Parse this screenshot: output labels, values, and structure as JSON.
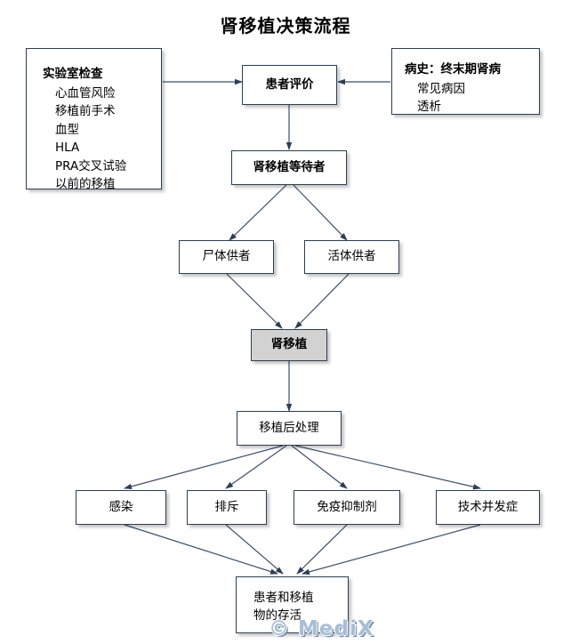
{
  "title": "肾移植决策流程",
  "watermark": "© MediX",
  "colors": {
    "node_border": "#2c3e55",
    "node_fill": "#ffffff",
    "highlight_fill": "#d2d2d2",
    "edge": "#3c4f6b",
    "text": "#000000",
    "watermark": "#a8bed6"
  },
  "panels": {
    "lab": {
      "heading": "实验室检查",
      "items": [
        "心血管风险",
        "移植前手术",
        "血型",
        "HLA",
        "PRA交叉试验",
        "以前的移植"
      ]
    },
    "history": {
      "heading": "病史：终末期肾病",
      "items": [
        "常见病因",
        "透析"
      ]
    }
  },
  "nodes": {
    "patient_eval": "患者评价",
    "waitlist": "肾移植等待者",
    "deceased_donor": "尸体供者",
    "living_donor": "活体供者",
    "transplant": "肾移植",
    "post_care": "移植后处理",
    "infection": "感染",
    "rejection": "排斥",
    "immunosuppression": "免疫抑制剂",
    "technical_complications": "技术并发症",
    "survival_line1": "患者和移植",
    "survival_line2": "物的存活"
  },
  "edges": [
    {
      "from": "lab",
      "to": "patient_eval"
    },
    {
      "from": "history",
      "to": "patient_eval"
    },
    {
      "from": "patient_eval",
      "to": "waitlist"
    },
    {
      "from": "waitlist",
      "to": "deceased_donor"
    },
    {
      "from": "waitlist",
      "to": "living_donor"
    },
    {
      "from": "deceased_donor",
      "to": "transplant"
    },
    {
      "from": "living_donor",
      "to": "transplant"
    },
    {
      "from": "transplant",
      "to": "post_care"
    },
    {
      "from": "post_care",
      "to": "infection"
    },
    {
      "from": "post_care",
      "to": "rejection"
    },
    {
      "from": "post_care",
      "to": "immunosuppression"
    },
    {
      "from": "post_care",
      "to": "technical_complications"
    },
    {
      "from": "infection",
      "to": "survival"
    },
    {
      "from": "rejection",
      "to": "survival"
    },
    {
      "from": "immunosuppression",
      "to": "survival"
    },
    {
      "from": "technical_complications",
      "to": "survival"
    }
  ]
}
